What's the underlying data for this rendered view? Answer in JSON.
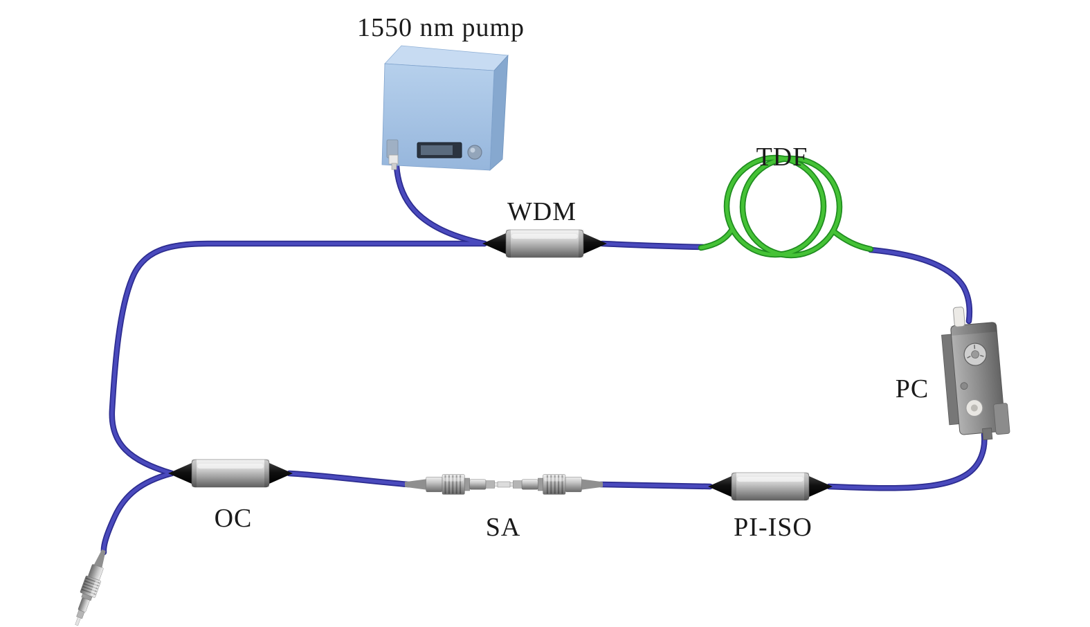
{
  "labels": {
    "pump": "1550 nm pump",
    "wdm": "WDM",
    "tdf": "TDF",
    "pc": "PC",
    "pi_iso": "PI-ISO",
    "sa": "SA",
    "oc": "OC"
  },
  "colors": {
    "fiber_blue": "#4a4abd",
    "fiber_blue_dark": "#2c2c90",
    "fiber_green": "#45c236",
    "fiber_green_dark": "#1f8c1f",
    "pump_box_front": "#a9c6e8",
    "pump_box_top": "#c7dbf2",
    "pump_box_side": "#86a8cf",
    "component_metal": "#c9c9c9",
    "component_end_black": "#121212",
    "label_color": "#1a1a1a"
  }
}
